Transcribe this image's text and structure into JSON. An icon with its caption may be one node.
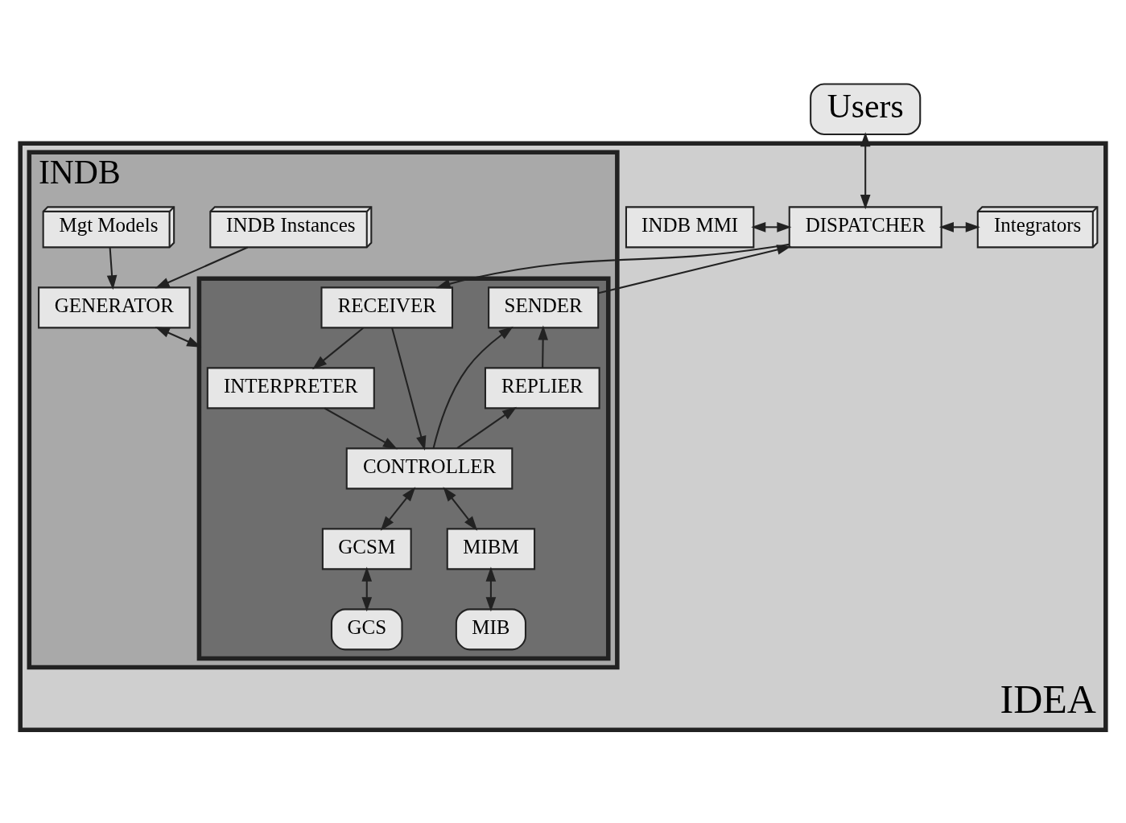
{
  "diagram": {
    "nodes": [
      {
        "text": [
          "Users"
        ]
      },
      {
        "text": [
          "IDEA"
        ]
      },
      {
        "text": [
          "INDB MMI"
        ],
        "in": 1
      },
      {
        "text": [
          "DISPATCHER"
        ],
        "in": 1
      },
      {
        "text": [
          "Integrators"
        ],
        "in": 1
      },
      {
        "text": [
          "INDB"
        ],
        "in": 1
      },
      {
        "text": [],
        "shape": "box",
        "in": 5
      },
      {
        "text": [
          "INDB Instances"
        ],
        "in": 5
      },
      {
        "text": [
          "Mgt Models"
        ],
        "in": 5
      },
      {
        "text": [
          "GENERATOR"
        ],
        "in": 5
      },
      {
        "text": [
          "RECEIVER"
        ],
        "in": 6
      },
      {
        "text": [
          "SENDER"
        ],
        "in": 6
      },
      {
        "text": [
          "INTERPRETER"
        ],
        "in": 6
      },
      {
        "text": [
          "REPLIER"
        ],
        "in": 6
      },
      {
        "text": [
          "CONTROLLER"
        ],
        "in": 6
      },
      {
        "text": [
          "GCSM"
        ],
        "in": 6
      },
      {
        "text": [
          "MIBM"
        ],
        "in": 6
      },
      {
        "text": [
          "GCS"
        ],
        "in": 6
      },
      {
        "text": [
          "MIB"
        ],
        "in": 6
      }
    ],
    "edges": [
      {
        "from": 0,
        "to": 3,
        "arrow": "both"
      },
      {
        "from": 2,
        "to": 3,
        "arrow": "both"
      },
      {
        "from": 3,
        "to": 4,
        "arrow": "both"
      },
      {
        "from": 3,
        "to": 10,
        "arrow": "to"
      },
      {
        "from": 11,
        "to": 3,
        "arrow": "to"
      },
      {
        "from": 10,
        "to": 12,
        "arrow": "to"
      },
      {
        "from": 10,
        "to": 14,
        "arrow": "to"
      },
      {
        "from": 12,
        "to": 14,
        "arrow": "to"
      },
      {
        "from": 13,
        "to": 11,
        "arrow": "to"
      },
      {
        "from": 14,
        "to": 13,
        "arrow": "to"
      },
      {
        "from": 14,
        "to": 11,
        "arrow": "to"
      },
      {
        "from": 7,
        "to": 9,
        "arrow": "to"
      },
      {
        "from": 8,
        "to": 9,
        "arrow": "to"
      },
      {
        "from": 9,
        "to": 6,
        "arrow": "both"
      },
      {
        "from": 14,
        "to": 15,
        "arrow": "both"
      },
      {
        "from": 14,
        "to": 16,
        "arrow": "both"
      },
      {
        "from": 15,
        "to": 17,
        "arrow": "both"
      },
      {
        "from": 16,
        "to": 18,
        "arrow": "both"
      }
    ]
  }
}
